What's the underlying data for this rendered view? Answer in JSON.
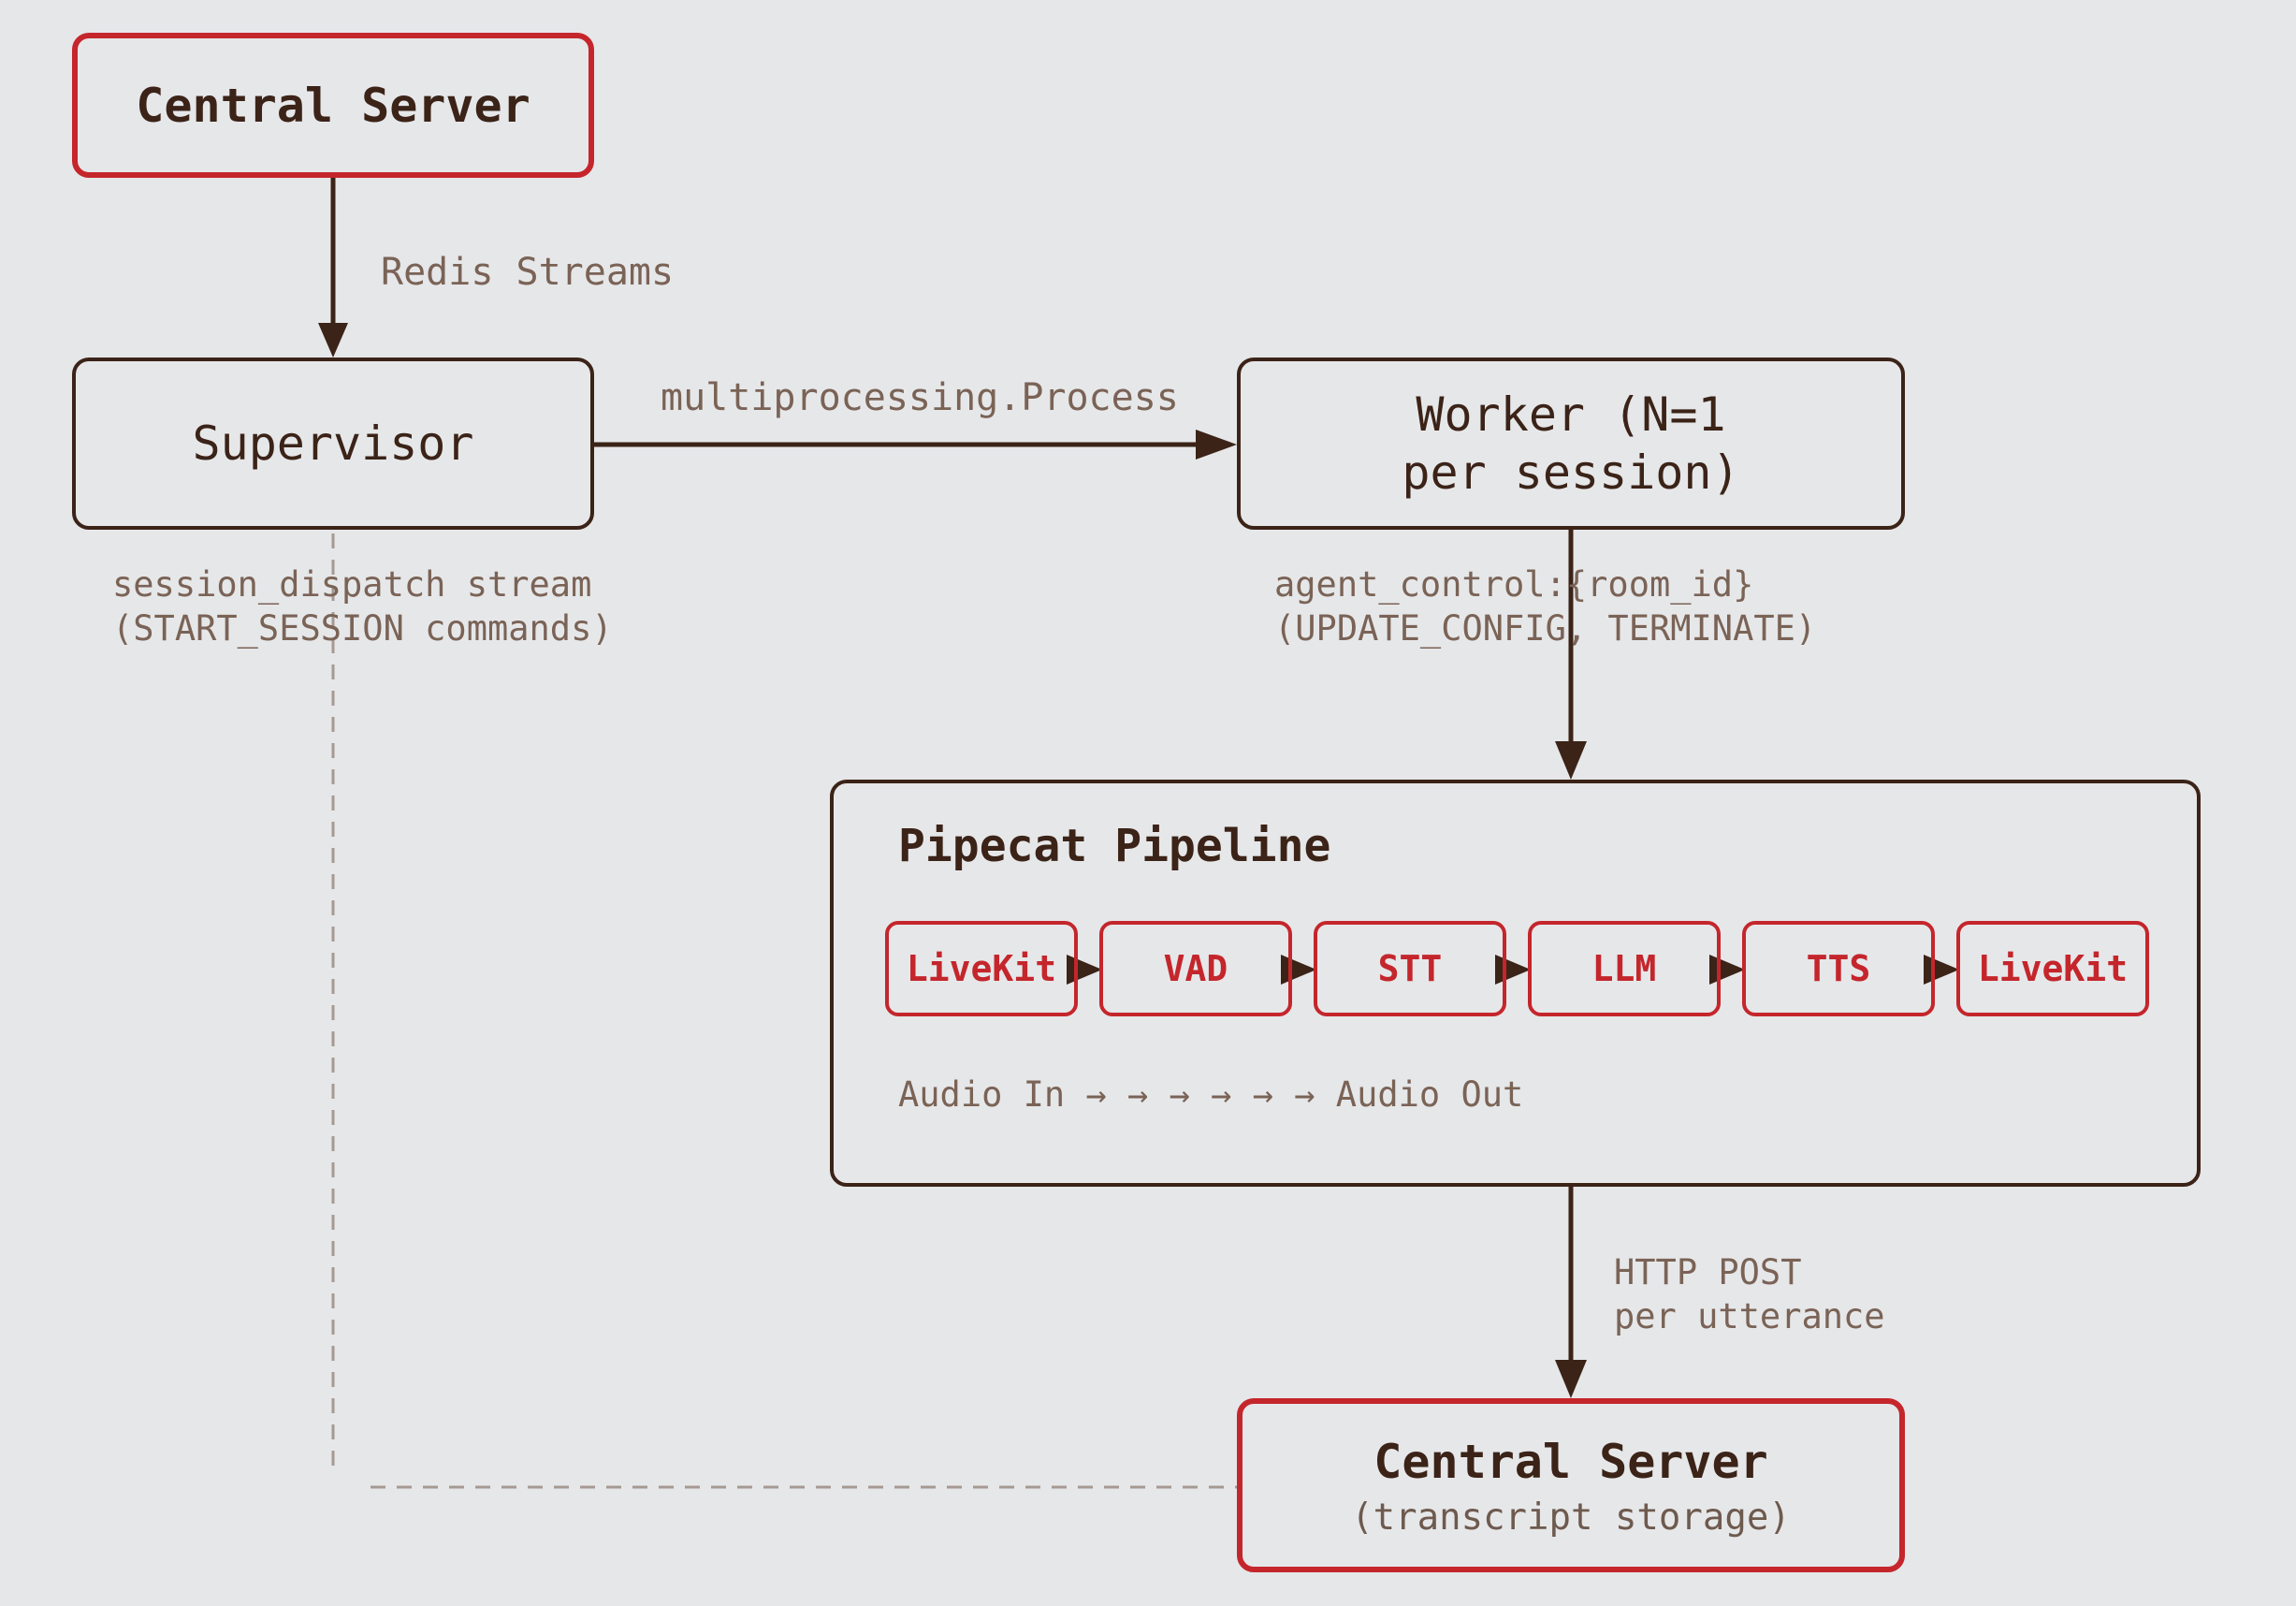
{
  "colors": {
    "background": "#e6e7e9",
    "ink": "#3b2318",
    "accent_red": "#c4262c",
    "muted": "#7a6356",
    "dashed": "#a59a92"
  },
  "nodes": {
    "central_server_top": {
      "title": "Central Server"
    },
    "supervisor": {
      "title": "Supervisor"
    },
    "worker": {
      "title_line1": "Worker (N=1",
      "title_line2": "per session)"
    },
    "pipeline": {
      "title": "Pipecat Pipeline",
      "stages": [
        "LiveKit",
        "VAD",
        "STT",
        "LLM",
        "TTS",
        "LiveKit"
      ],
      "caption": "Audio In → → → → → → Audio Out"
    },
    "central_server_bottom": {
      "title": "Central Server",
      "subtitle": "(transcript storage)"
    }
  },
  "edges": {
    "redis": "Redis Streams",
    "process": "multiprocessing.Process",
    "session_dispatch_line1": "session_dispatch stream",
    "session_dispatch_line2": "(START_SESSION commands)",
    "agent_control_line1": "agent_control:{room_id}",
    "agent_control_line2": "(UPDATE_CONFIG, TERMINATE)",
    "http_line1": "HTTP POST",
    "http_line2": "per utterance"
  }
}
